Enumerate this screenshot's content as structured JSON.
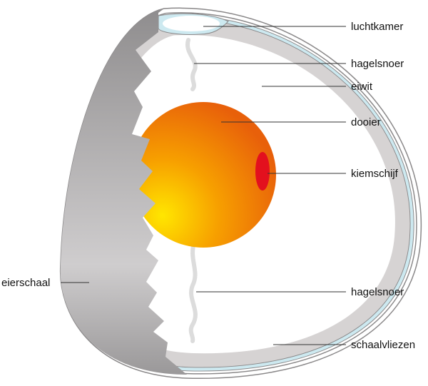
{
  "title": "Doorsnede van een ei",
  "colors": {
    "shell": "#a09e9f",
    "membrane": "#cde9f0",
    "albumen_band": "#d6d3d3",
    "yolk_outer": "#e8600a",
    "yolk_inner": "#ffe600",
    "germinal_disc": "#e3101e"
  },
  "labels": {
    "luchtkamer": "luchtkamer",
    "hagelsnoer_top": "hagelsnoer",
    "eiwit": "eiwit",
    "dooier": "dooier",
    "kiemschijf": "kiemschijf",
    "eierschaal": "eierschaal",
    "hagelsnoer_bottom": "hagelsnoer",
    "schaalvliezen": "schaalvliezen"
  }
}
